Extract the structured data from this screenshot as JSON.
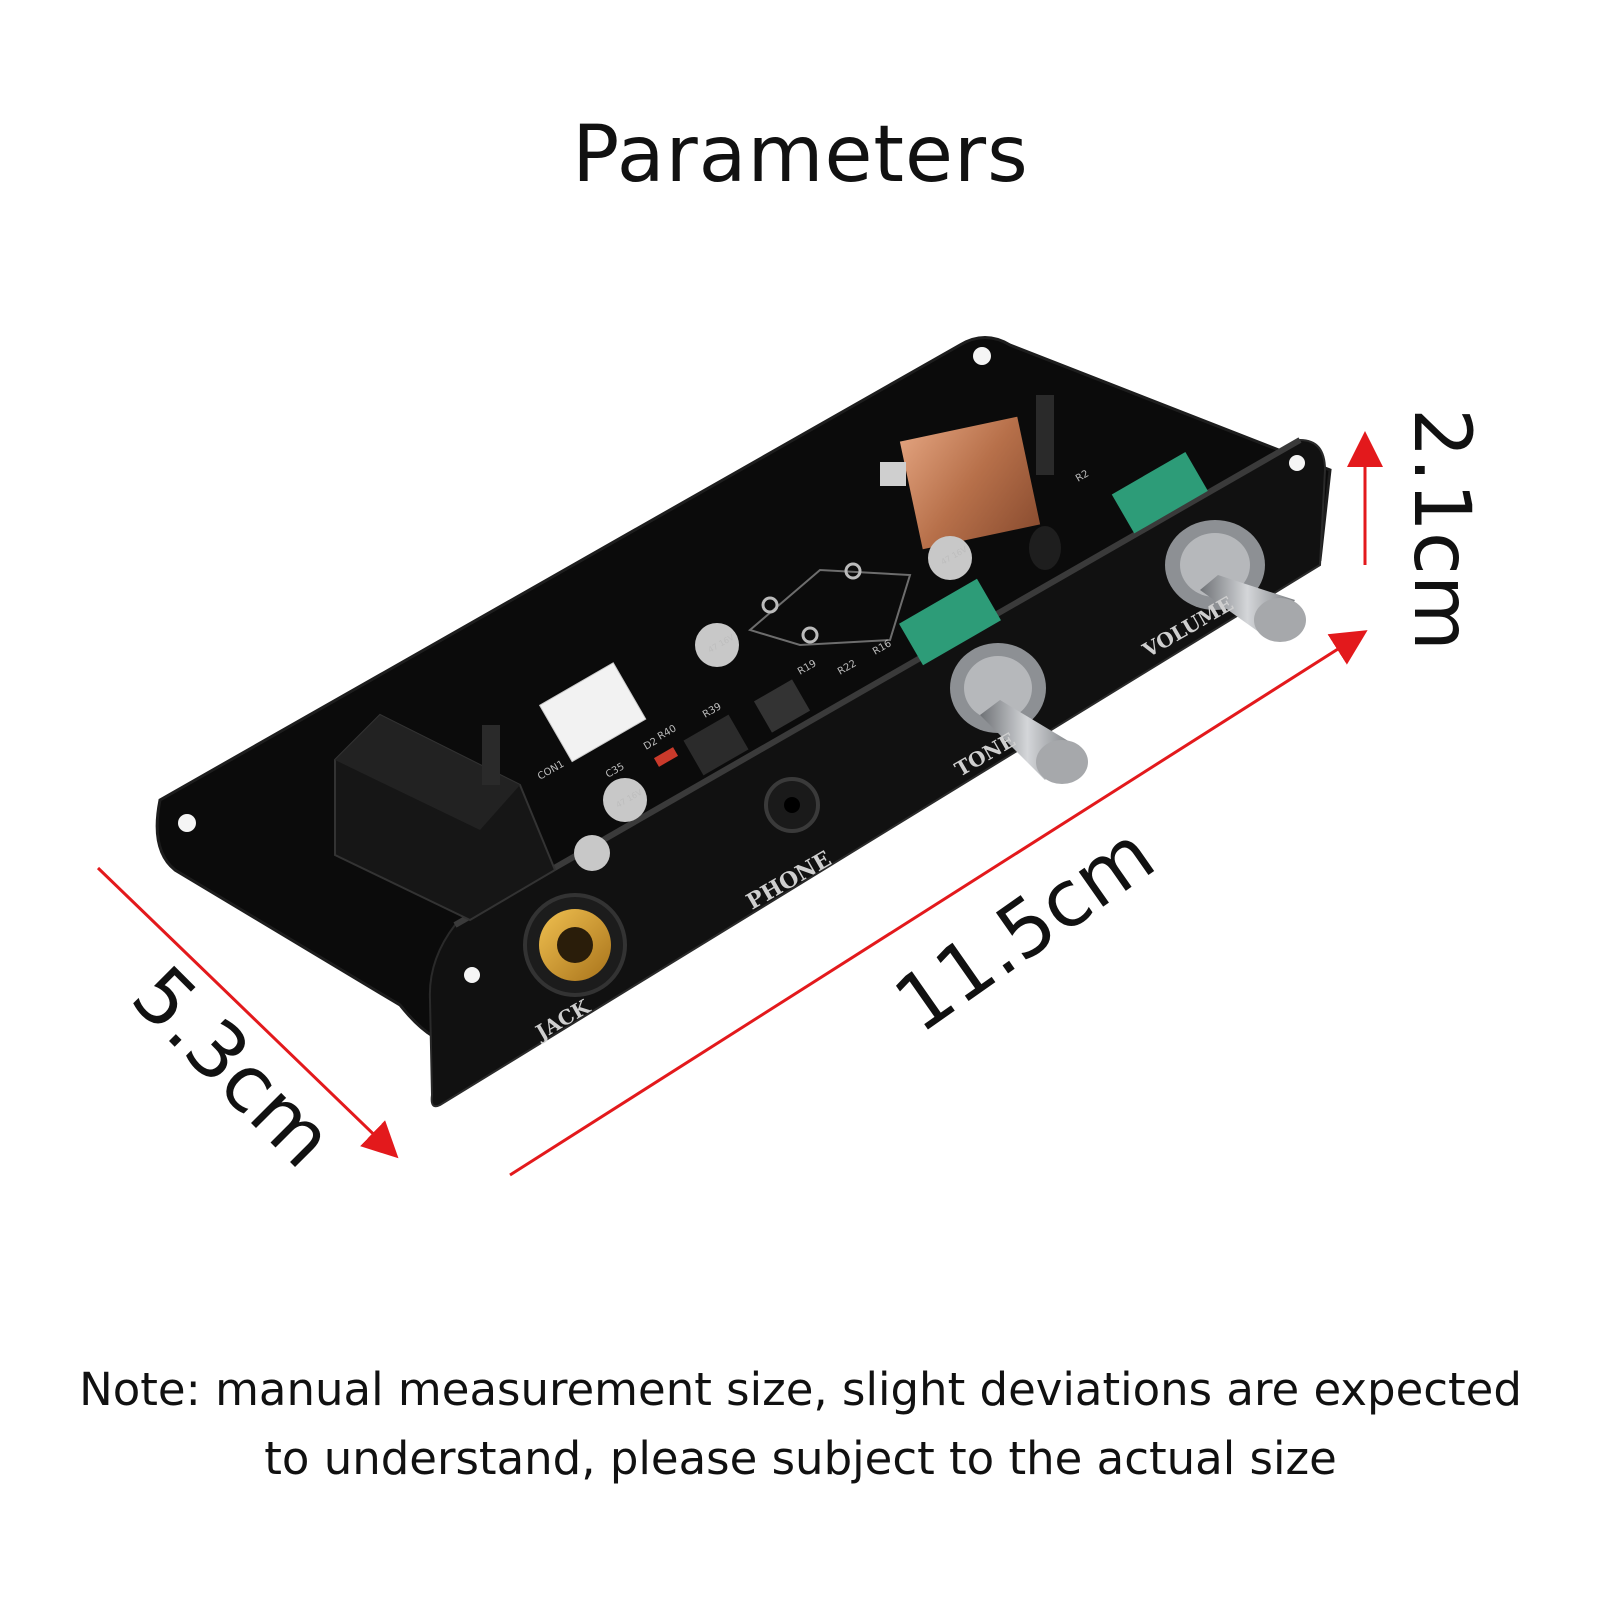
{
  "title": "Parameters",
  "dimensions": {
    "height": "2.1cm",
    "length": "11.5cm",
    "width": "5.3cm"
  },
  "panel_labels": {
    "jack": "JACK",
    "phone": "PHONE",
    "tone": "TONE",
    "volume": "VOLUME"
  },
  "board_labels": {
    "con1": "CON1",
    "c35": "C35",
    "d2": "D2",
    "r40": "R40",
    "r39": "R39",
    "r19": "R19",
    "r22": "R22",
    "r16": "R16",
    "r2": "R2",
    "cap1": "47 16V",
    "cap2": "47 16V",
    "cap3": "47 16V"
  },
  "note": {
    "line1": "Note: manual measurement size, slight deviations are expected",
    "line2": "to understand, please subject to the actual size"
  },
  "colors": {
    "arrow": "#e3191c",
    "board": "#0b0b0b",
    "copper": "#c07a55",
    "terminal": "#2d9c78",
    "knob": "#9a9ca0"
  }
}
